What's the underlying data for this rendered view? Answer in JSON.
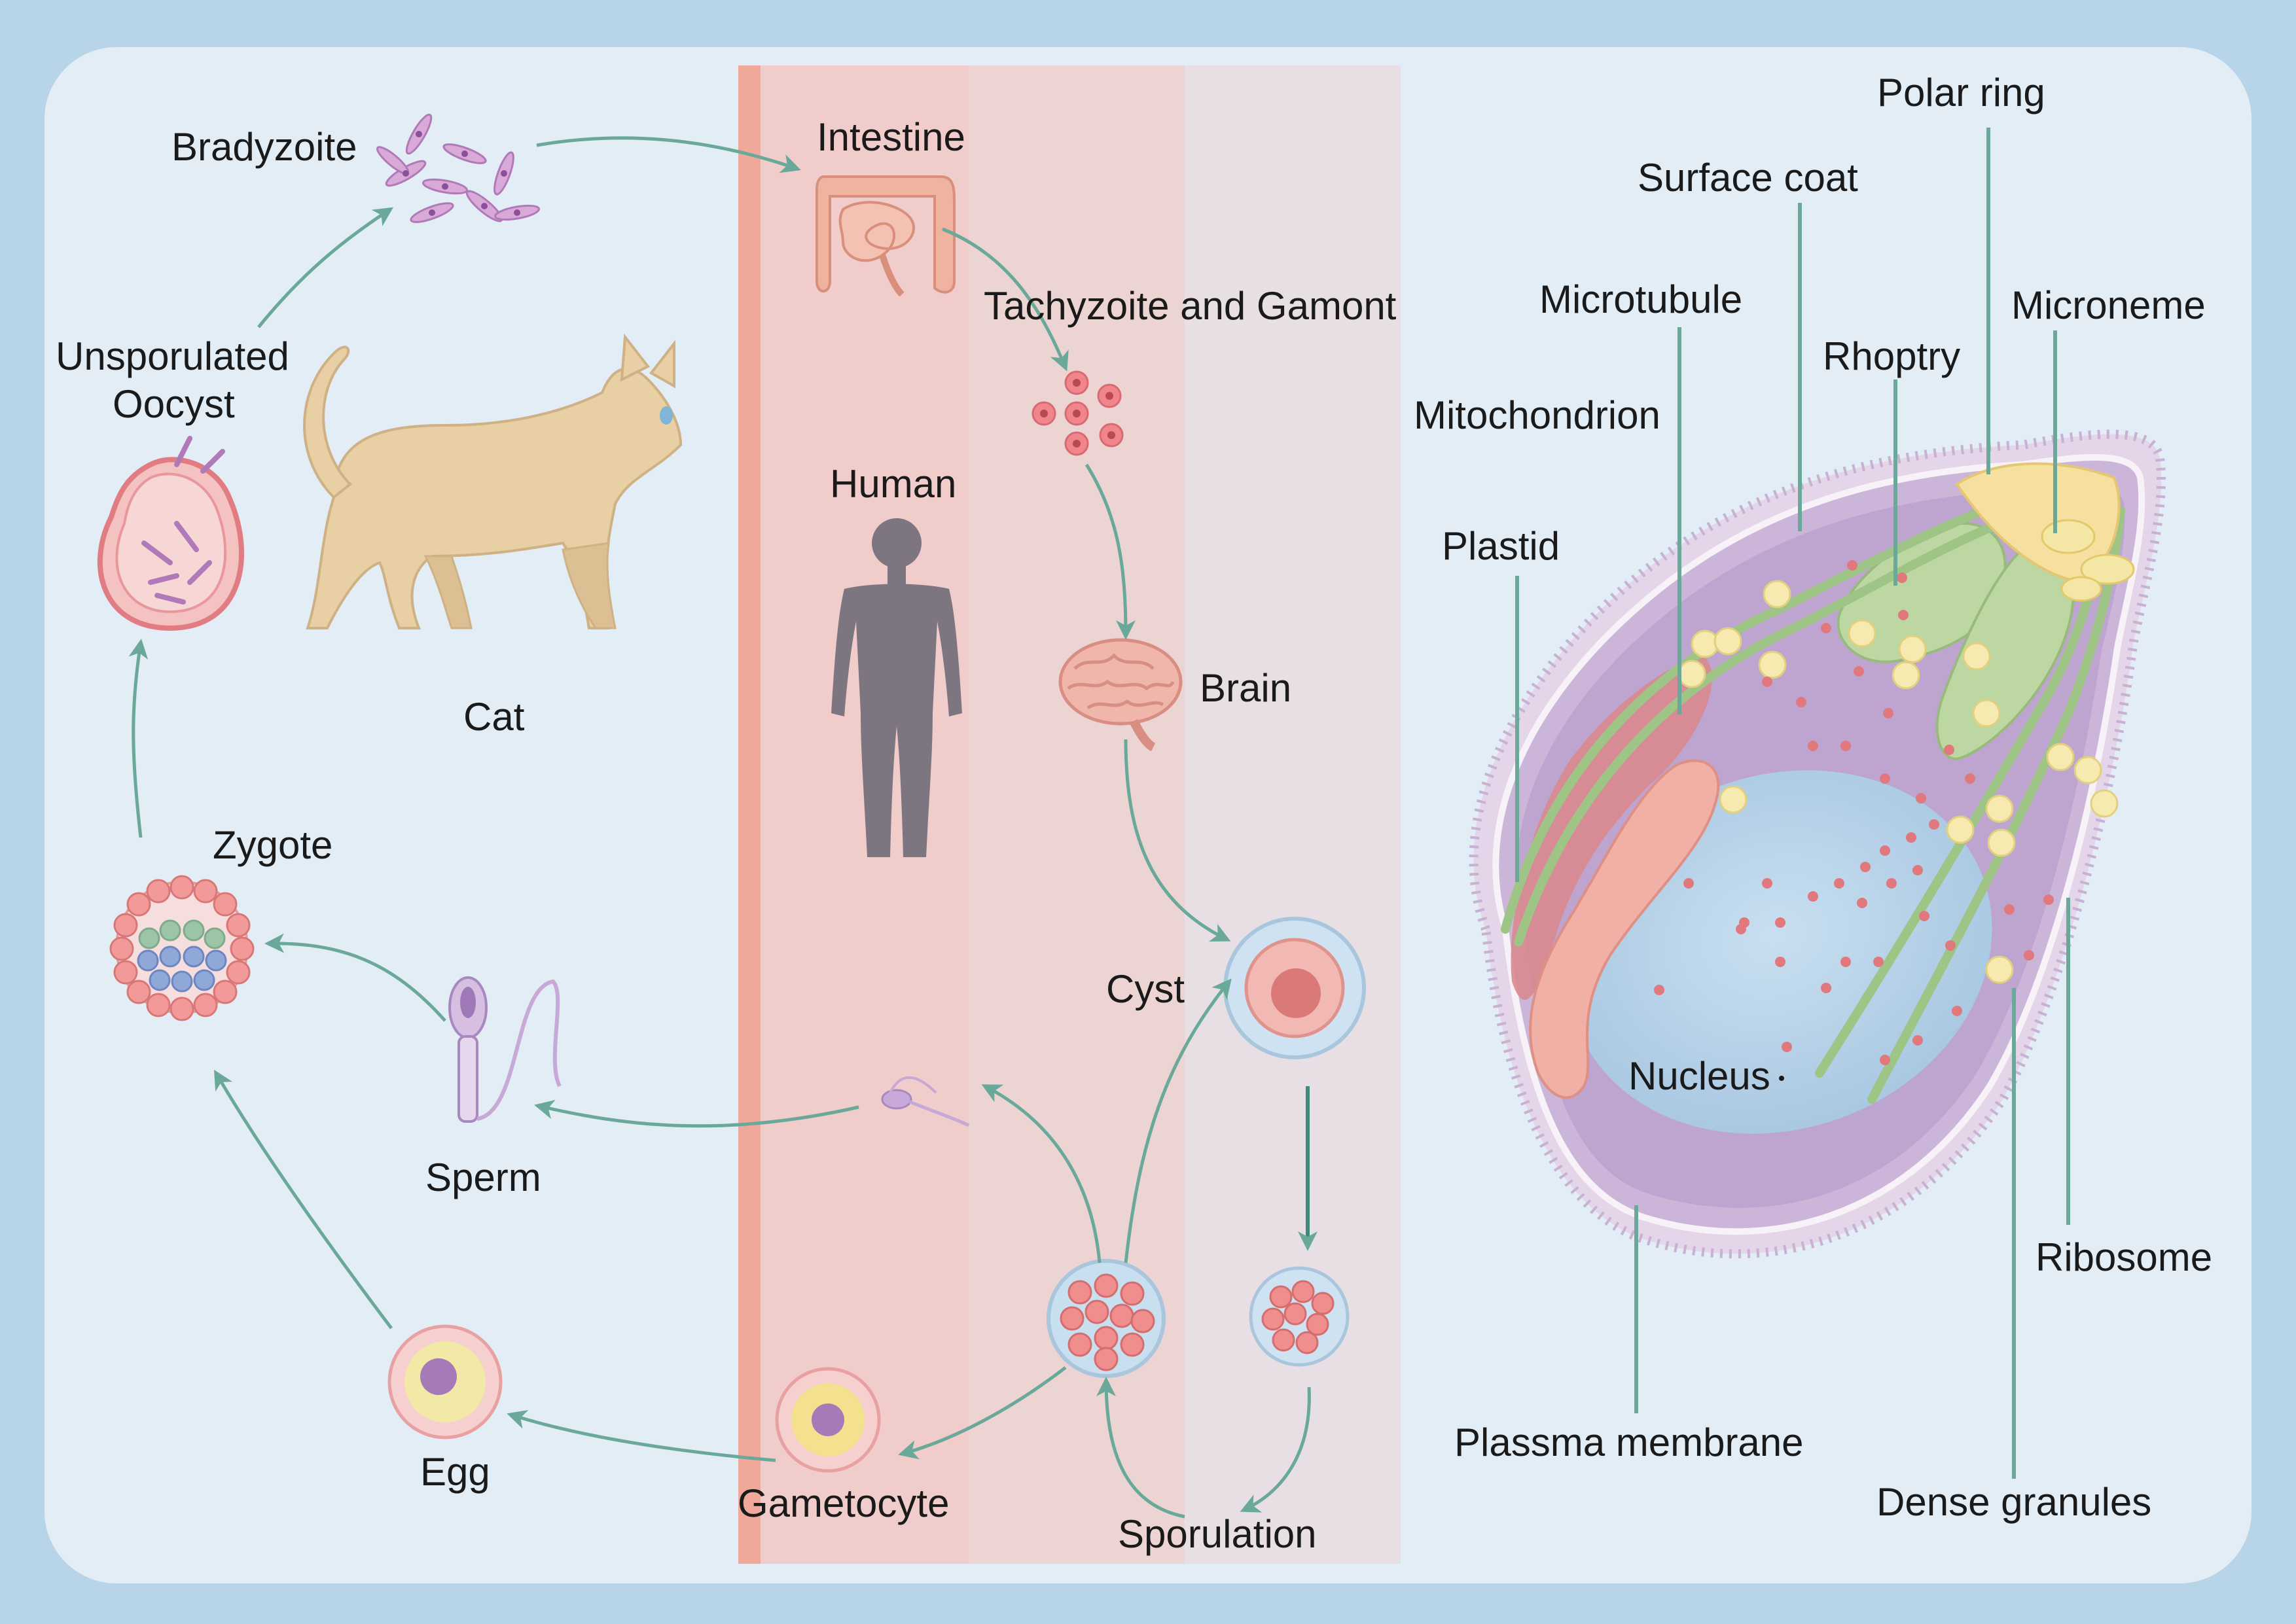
{
  "life_cycle": {
    "bradyzoite": "Bradyzoite",
    "unsporulated_oocyst_line1": "Unsporulated",
    "unsporulated_oocyst_line2": "Oocyst",
    "cat": "Cat",
    "zygote": "Zygote",
    "sperm": "Sperm",
    "egg": "Egg",
    "gametocyte": "Gametocyte",
    "intestine": "Intestine",
    "tachyzoite_gamont": "Tachyzoite and Gamont",
    "human": "Human",
    "brain": "Brain",
    "cyst": "Cyst",
    "sporulation": "Sporulation"
  },
  "structure_labels": {
    "polar_ring": "Polar ring",
    "surface_coat": "Surface coat",
    "microtubule": "Microtubule",
    "microneme": "Microneme",
    "rhoptry": "Rhoptry",
    "mitochondrion": "Mitochondrion",
    "plastid": "Plastid",
    "nucleus": "Nucleus",
    "ribosome": "Ribosome",
    "plasma_membrane": "Plassma membrane",
    "dense_granules": "Dense granules"
  },
  "colors": {
    "frame": "#b8d4e8",
    "panel": "#e2edf6",
    "band_red": "#f0a89a",
    "arrow": "#6aa89a"
  }
}
